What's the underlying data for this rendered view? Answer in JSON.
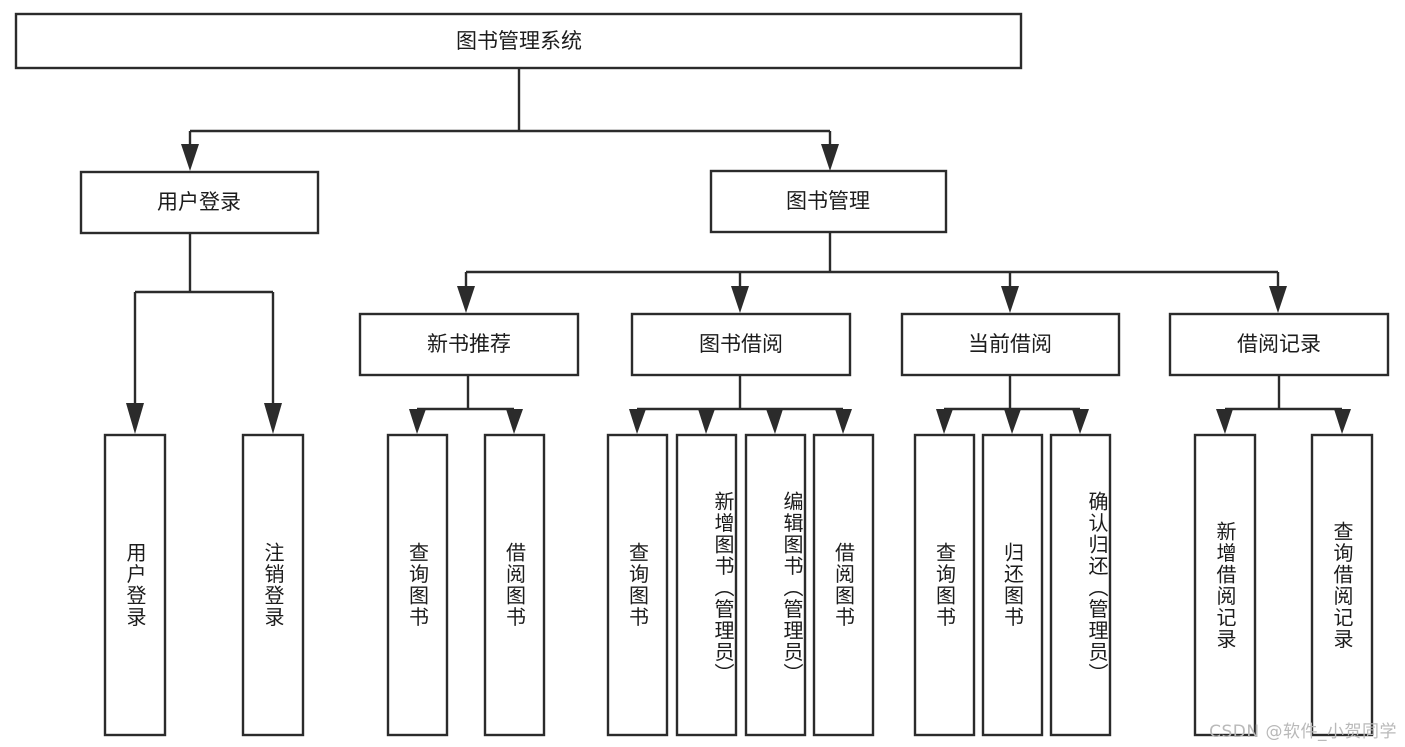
{
  "diagram": {
    "title": "图书管理系统",
    "type": "tree-hierarchy",
    "root": {
      "id": "root",
      "label": "图书管理系统",
      "orientation": "horizontal"
    },
    "level1": [
      {
        "id": "user-login",
        "label": "用户登录",
        "orientation": "horizontal"
      },
      {
        "id": "book-management",
        "label": "图书管理",
        "orientation": "horizontal"
      }
    ],
    "level2": [
      {
        "id": "new-book-recommend",
        "label": "新书推荐",
        "parent": "book-management",
        "orientation": "horizontal"
      },
      {
        "id": "book-borrow",
        "label": "图书借阅",
        "parent": "book-management",
        "orientation": "horizontal"
      },
      {
        "id": "current-borrow",
        "label": "当前借阅",
        "parent": "book-management",
        "orientation": "horizontal"
      },
      {
        "id": "borrow-record",
        "label": "借阅记录",
        "parent": "book-management",
        "orientation": "horizontal"
      }
    ],
    "leaves": [
      {
        "id": "leaf-user-login",
        "label": "用户登录",
        "parent": "user-login",
        "orientation": "vertical"
      },
      {
        "id": "leaf-user-logout",
        "label": "注销登录",
        "parent": "user-login",
        "orientation": "vertical"
      },
      {
        "id": "leaf-query-book-1",
        "label": "查询图书",
        "parent": "new-book-recommend",
        "orientation": "vertical"
      },
      {
        "id": "leaf-borrow-book-1",
        "label": "借阅图书",
        "parent": "new-book-recommend",
        "orientation": "vertical"
      },
      {
        "id": "leaf-query-book-2",
        "label": "查询图书",
        "parent": "book-borrow",
        "orientation": "vertical"
      },
      {
        "id": "leaf-add-book",
        "label": "新增图书（管理员）",
        "parent": "book-borrow",
        "orientation": "vertical"
      },
      {
        "id": "leaf-edit-book",
        "label": "编辑图书（管理员）",
        "parent": "book-borrow",
        "orientation": "vertical"
      },
      {
        "id": "leaf-borrow-book-2",
        "label": "借阅图书",
        "parent": "book-borrow",
        "orientation": "vertical"
      },
      {
        "id": "leaf-query-book-3",
        "label": "查询图书",
        "parent": "current-borrow",
        "orientation": "vertical"
      },
      {
        "id": "leaf-return-book",
        "label": "归还图书",
        "parent": "current-borrow",
        "orientation": "vertical"
      },
      {
        "id": "leaf-confirm-return",
        "label": "确认归还（管理员）",
        "parent": "current-borrow",
        "orientation": "vertical"
      },
      {
        "id": "leaf-add-record",
        "label": "新增借阅记录",
        "parent": "borrow-record",
        "orientation": "vertical"
      },
      {
        "id": "leaf-query-record",
        "label": "查询借阅记录",
        "parent": "borrow-record",
        "orientation": "vertical"
      }
    ],
    "colors": {
      "stroke": "#2b2b2b",
      "fill": "#ffffff",
      "text": "#1c1c1c",
      "watermark": "#b9b9b9"
    }
  },
  "watermark": {
    "text": "CSDN @软件_小贺同学"
  }
}
